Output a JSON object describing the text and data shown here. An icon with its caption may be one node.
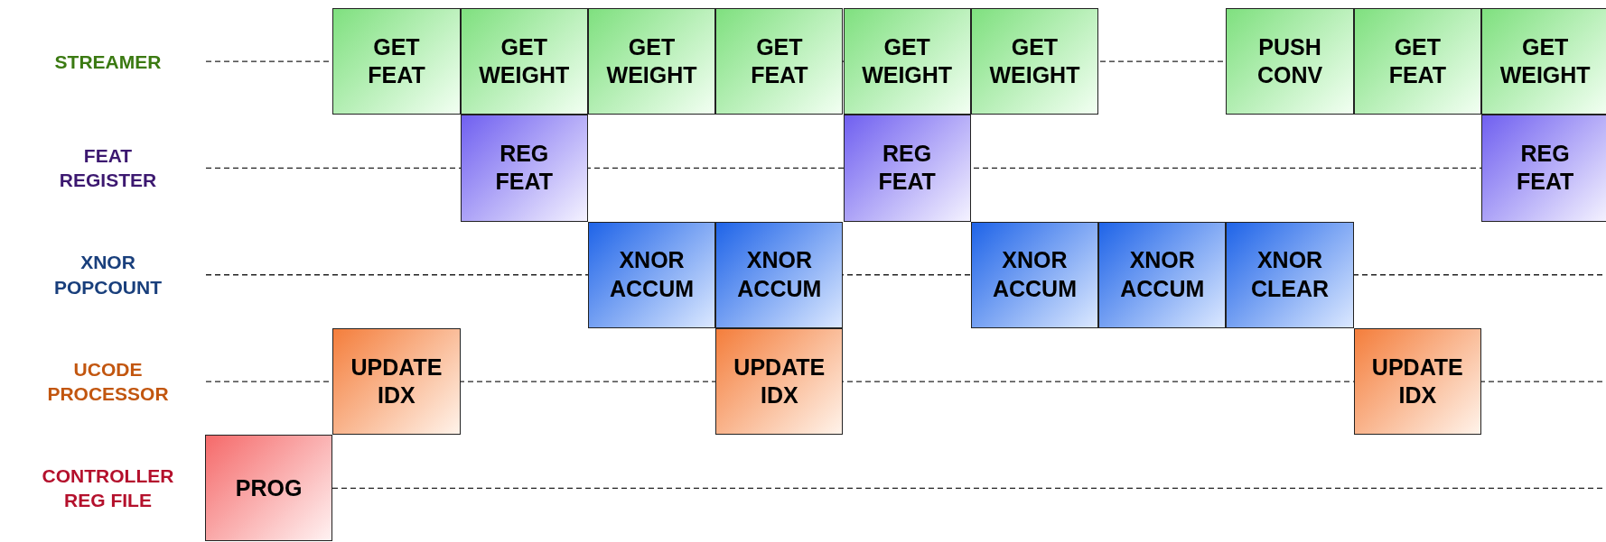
{
  "diagram": {
    "nodes": [
      {
        "text": [
          "GET FEAT"
        ]
      },
      {
        "text": [
          "GET WEIGHT"
        ]
      },
      {
        "text": [
          "GET WEIGHT"
        ]
      },
      {
        "text": [
          "GET FEAT"
        ]
      },
      {
        "text": [
          "GET WEIGHT"
        ]
      },
      {
        "text": [
          "GET WEIGHT"
        ]
      },
      {
        "text": [
          "PUSH CONV"
        ]
      },
      {
        "text": [
          "GET FEAT"
        ]
      },
      {
        "text": [
          "GET WEIGHT"
        ]
      },
      {
        "text": [
          "REG FEAT"
        ]
      },
      {
        "text": [
          "REG FEAT"
        ]
      },
      {
        "text": [
          "REG FEAT"
        ]
      },
      {
        "text": [
          "XNOR ACCUM"
        ]
      },
      {
        "text": [
          "XNOR ACCUM"
        ]
      },
      {
        "text": [
          "XNOR ACCUM"
        ]
      },
      {
        "text": [
          "XNOR ACCUM"
        ]
      },
      {
        "text": [
          "XNOR CLEAR"
        ]
      },
      {
        "text": [
          "UPDATE IDX"
        ]
      },
      {
        "text": [
          "UPDATE IDX"
        ]
      },
      {
        "text": [
          "UPDATE IDX"
        ]
      },
      {
        "text": [
          "PROG"
        ]
      }
    ],
    "labels": [
      "STREAMER",
      "FEAT REGISTER",
      "XNOR POPCOUNT",
      "UCODE PROCESSOR",
      "CONTROLLER REG FILE"
    ]
  }
}
